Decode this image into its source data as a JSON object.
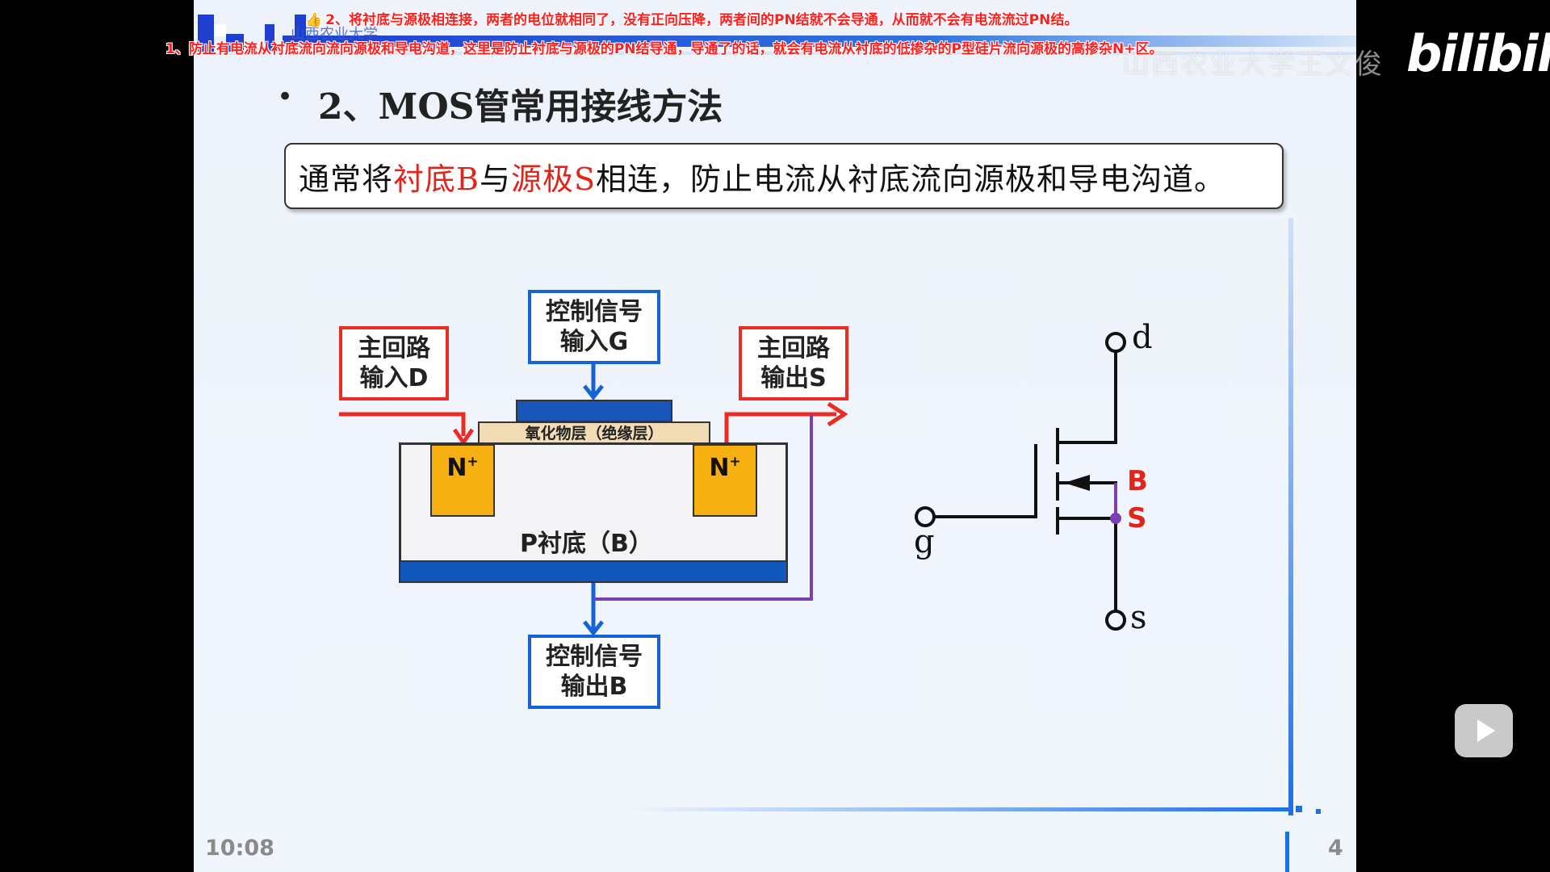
{
  "window": {
    "site": "bilibili",
    "watermark": "山西农业大学王文俊",
    "university_header": "山西农业大学"
  },
  "danmaku": [
    {
      "text": "2、将衬底与源极相连接，两者的电位就相同了，没有正向压降，两者间的PN结就不会导通，从而就不会有电流流过PN结。",
      "thumb": "👍"
    },
    {
      "text": "1、防止有电流从衬底流向流向源极和导电沟道，这里是防止衬底与源极的PN结导通，导通了的话，就会有电流从衬底的低掺杂的P型硅片流向源极的高掺杂N+区。"
    }
  ],
  "slide": {
    "bullet": "•",
    "title": "2、MOS管常用接线方法",
    "note": {
      "p1": "通常将",
      "h1": "衬底B",
      "p2": "与",
      "h2": "源极S",
      "p3": "相连，防止电流从衬底流向源极和导电沟道。"
    },
    "diagram": {
      "box_d": [
        "主回路",
        "输入D"
      ],
      "box_g": [
        "控制信号",
        "输入G"
      ],
      "box_s": [
        "主回路",
        "输出S"
      ],
      "box_b": [
        "控制信号",
        "输出B"
      ],
      "oxide": "氧化物层（绝缘层）",
      "nplus": "N",
      "nplus_sup": "+",
      "substrate": "P衬底（B）"
    },
    "symbol": {
      "d": "d",
      "g": "g",
      "s": "s",
      "B": "B",
      "S": "S"
    },
    "time": "10:08",
    "page": "4"
  },
  "colors": {
    "red": "#ee2a24",
    "blue": "#1663d8",
    "purple": "#7a3fb0",
    "nplus": "#f6b012"
  }
}
